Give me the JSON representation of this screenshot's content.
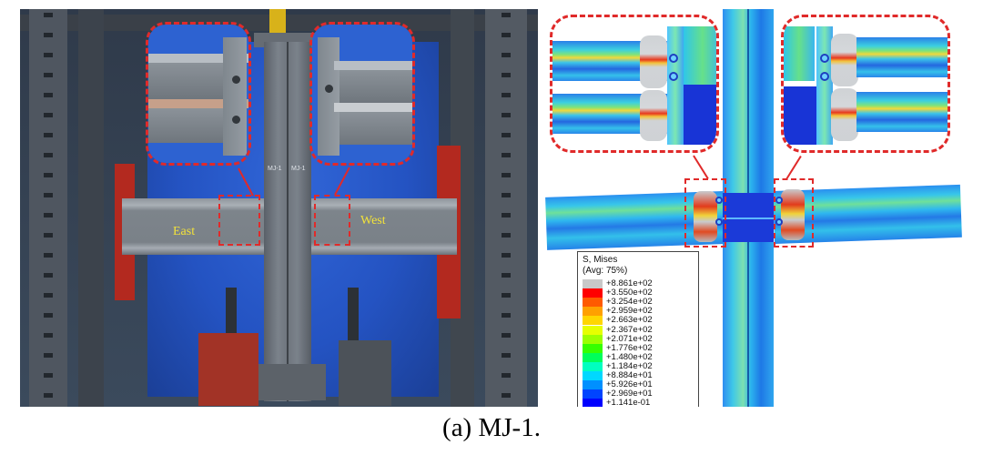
{
  "photo": {
    "label_east": "East",
    "label_west": "West",
    "column_mark_left": "MJ-1",
    "column_mark_right": "MJ-1"
  },
  "legend": {
    "title": "S, Mises",
    "subtitle": "(Avg: 75%)",
    "entries": [
      {
        "value": "+8.861e+02",
        "color": "#c8c8c8"
      },
      {
        "value": "+3.550e+02",
        "color": "#ff0000"
      },
      {
        "value": "+3.254e+02",
        "color": "#ff5a00"
      },
      {
        "value": "+2.959e+02",
        "color": "#ffa000"
      },
      {
        "value": "+2.663e+02",
        "color": "#ffd600"
      },
      {
        "value": "+2.367e+02",
        "color": "#e6ff00"
      },
      {
        "value": "+2.071e+02",
        "color": "#9cff00"
      },
      {
        "value": "+1.776e+02",
        "color": "#36ff00"
      },
      {
        "value": "+1.480e+02",
        "color": "#00ff5a"
      },
      {
        "value": "+1.184e+02",
        "color": "#00ffc0"
      },
      {
        "value": "+8.884e+01",
        "color": "#00d8ff"
      },
      {
        "value": "+5.926e+01",
        "color": "#0090ff"
      },
      {
        "value": "+2.969e+01",
        "color": "#0044ff"
      },
      {
        "value": "+1.141e-01",
        "color": "#0000ff"
      }
    ]
  },
  "caption": "(a) MJ-1."
}
